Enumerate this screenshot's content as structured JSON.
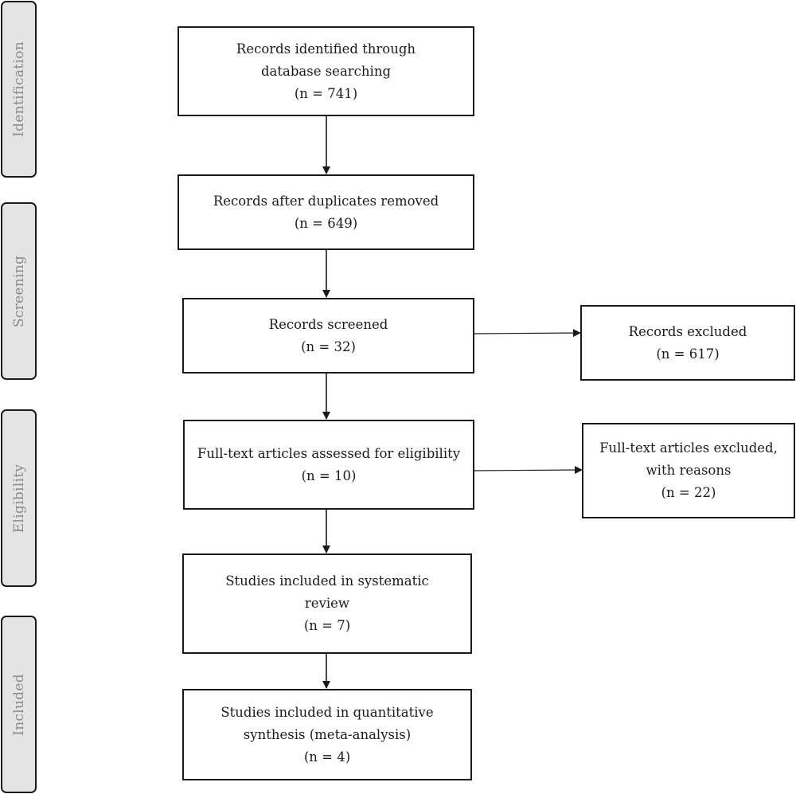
{
  "phases": [
    {
      "label": "Identification"
    },
    {
      "label": "Screening"
    },
    {
      "label": "Eligibility"
    },
    {
      "label": "Included"
    }
  ],
  "boxes": {
    "identified": {
      "lines": [
        "Records identified through",
        "database searching",
        "(n = 741)"
      ]
    },
    "deduplicated": {
      "lines": [
        "Records after duplicates removed",
        "(n = 649)"
      ]
    },
    "screened": {
      "lines": [
        "Records screened",
        "(n = 32)"
      ]
    },
    "excluded": {
      "lines": [
        "Records excluded",
        "(n = 617)"
      ]
    },
    "fulltext": {
      "lines": [
        "Full-text articles assessed for eligibility",
        "(n = 10)"
      ]
    },
    "fulltext_excluded": {
      "lines": [
        "Full-text articles excluded,",
        "with reasons",
        "(n = 22)"
      ]
    },
    "systematic": {
      "lines": [
        "Studies included in systematic",
        "review",
        "(n = 7)"
      ]
    },
    "quantitative": {
      "lines": [
        "Studies included in quantitative",
        "synthesis (meta-analysis)",
        "(n = 4)"
      ]
    }
  }
}
